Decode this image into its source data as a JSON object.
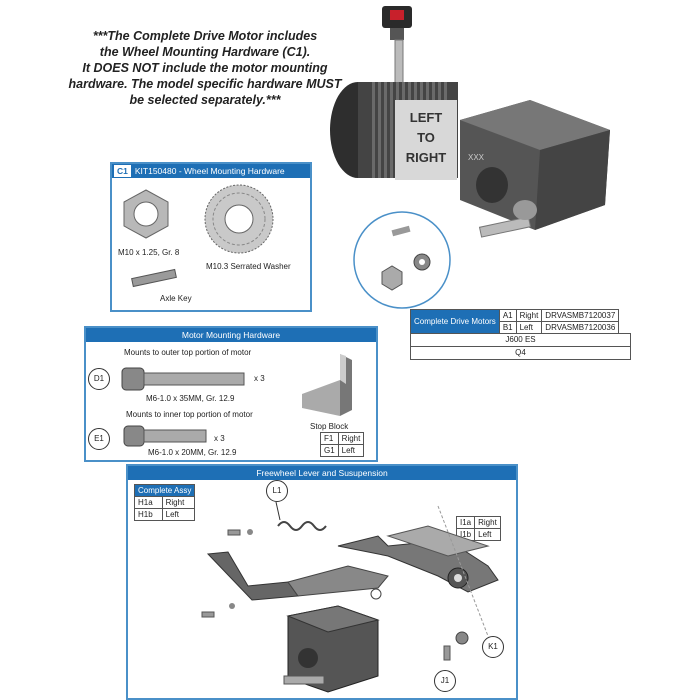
{
  "note": {
    "lines": [
      "***The Complete Drive Motor includes",
      "the Wheel Mounting Hardware (C1).",
      "It DOES NOT include the motor mounting",
      "hardware. The model specific hardware MUST",
      "be selected separately.***"
    ]
  },
  "motor": {
    "label_line1": "LEFT",
    "label_line2": "TO",
    "label_line3": "RIGHT",
    "mark": "XXX"
  },
  "wheel_hw": {
    "tag": "C1",
    "title": "KIT150480 - Wheel Mounting Hardware",
    "nut": "M10 x 1.25, Gr. 8",
    "washer": "M10.3 Serrated Washer",
    "key": "Axle Key"
  },
  "drive_table": {
    "name": "Complete Drive Motors",
    "rows": [
      {
        "id": "A1",
        "side": "Right",
        "part": "DRVASMB7120037"
      },
      {
        "id": "B1",
        "side": "Left",
        "part": "DRVASMB7120036"
      }
    ],
    "model": "J600 ES",
    "model2": "Q4"
  },
  "motor_hw": {
    "title": "Motor Mounting Hardware",
    "outer_caption": "Mounts to outer top portion of motor",
    "d1": "D1",
    "bolt1": "M6-1.0 x 35MM, Gr. 12.9",
    "qty1": "x 3",
    "inner_caption": "Mounts to inner top portion of motor",
    "e1": "E1",
    "bolt2": "M6-1.0 x 20MM, Gr. 12.9",
    "qty2": "x 3",
    "stop_block": "Stop Block",
    "stop_rows": [
      {
        "id": "F1",
        "side": "Right"
      },
      {
        "id": "G1",
        "side": "Left"
      }
    ]
  },
  "freewheel": {
    "title": "Freewheel Lever  and Susupension",
    "assy_title": "Complete Assy",
    "assy_rows": [
      {
        "id": "H1a",
        "side": "Right"
      },
      {
        "id": "H1b",
        "side": "Left"
      }
    ],
    "i_rows": [
      {
        "id": "I1a",
        "side": "Right"
      },
      {
        "id": "I1b",
        "side": "Left"
      }
    ],
    "l1": "L1",
    "k1": "K1",
    "j1": "J1"
  },
  "colors": {
    "accent": "#1e6fb5",
    "border": "#4a90c8",
    "metal": "#9a9a9a",
    "dark": "#3a3a3a"
  }
}
